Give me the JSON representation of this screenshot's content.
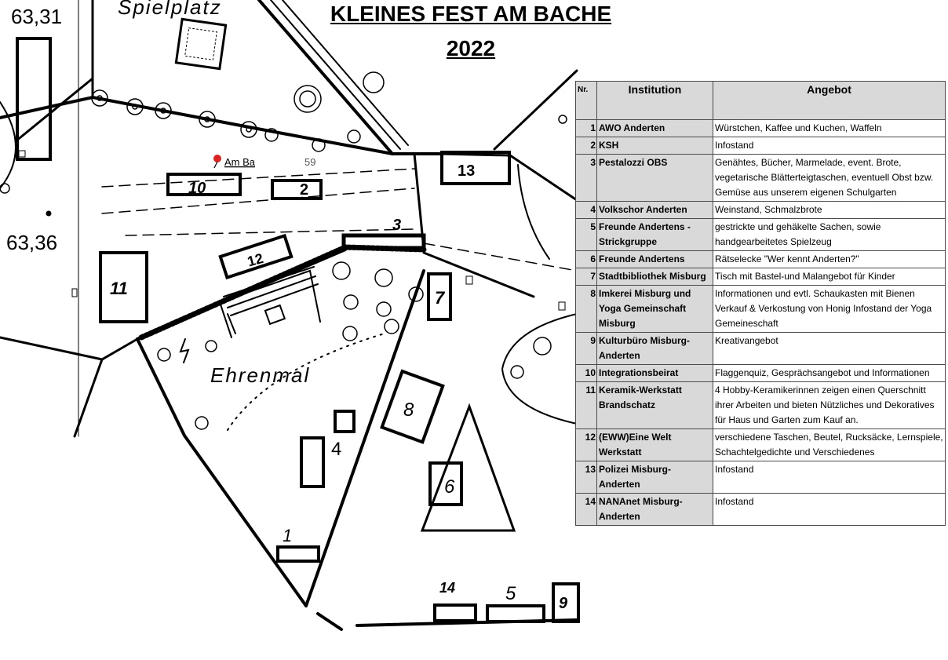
{
  "title": {
    "line1": "KLEINES FEST AM BACHE",
    "line2": "2022"
  },
  "map_labels": {
    "spielplatz": "Spielplatz",
    "ehrenmal": "Ehrenmal",
    "height_1": "63,31",
    "height_2": "63,36",
    "pin_label": "Am Ba",
    "pin_number": "59"
  },
  "stand_numbers": [
    "1",
    "2",
    "3",
    "4",
    "5",
    "6",
    "7",
    "8",
    "9",
    "10",
    "11",
    "12",
    "13",
    "14"
  ],
  "table": {
    "headers": {
      "nr": "Nr.",
      "institution": "Institution",
      "angebot": "Angebot"
    },
    "rows": [
      {
        "nr": "1",
        "institution": "AWO Anderten",
        "angebot": "Würstchen, Kaffee und Kuchen, Waffeln"
      },
      {
        "nr": "2",
        "institution": "KSH",
        "angebot": "Infostand"
      },
      {
        "nr": "3",
        "institution": "Pestalozzi OBS",
        "angebot": "Genähtes, Bücher, Marmelade, event. Brote, vegetarische Blätterteigtaschen, eventuell Obst bzw. Gemüse aus unserem eigenen Schulgarten"
      },
      {
        "nr": "4",
        "institution": "Volkschor Anderten",
        "angebot": "Weinstand, Schmalzbrote"
      },
      {
        "nr": "5",
        "institution": "Freunde Andertens - Strickgruppe",
        "angebot": "gestrickte und gehäkelte Sachen, sowie handgearbeitetes Spielzeug"
      },
      {
        "nr": "6",
        "institution": "Freunde Andertens",
        "angebot": "Rätselecke \"Wer kennt Anderten?\""
      },
      {
        "nr": "7",
        "institution": "Stadtbibliothek Misburg",
        "angebot": "Tisch mit Bastel-und Malangebot für Kinder"
      },
      {
        "nr": "8",
        "institution": "Imkerei Misburg und Yoga Gemeinschaft Misburg",
        "angebot": "Informationen und evtl. Schaukasten mit Bienen Verkauf & Verkostung von Honig Infostand der Yoga Gemeineschaft"
      },
      {
        "nr": "9",
        "institution": "Kulturbüro Misburg-Anderten",
        "angebot": "Kreativangebot"
      },
      {
        "nr": "10",
        "institution": "Integrationsbeirat",
        "angebot": "Flaggenquiz, Gesprächsangebot und Informationen"
      },
      {
        "nr": "11",
        "institution": "Keramik-Werkstatt Brandschatz",
        "angebot": "4 Hobby-Keramikerinnen zeigen einen Querschnitt ihrer Arbeiten und bieten Nützliches und Dekoratives für Haus und Garten zum Kauf an."
      },
      {
        "nr": "12",
        "institution": "(EWW)Eine Welt Werkstatt",
        "angebot": "verschiedene Taschen, Beutel, Rucksäcke, Lernspiele, Schachtelgedichte und Verschiedenes"
      },
      {
        "nr": "13",
        "institution": "Polizei Misburg-Anderten",
        "angebot": "Infostand"
      },
      {
        "nr": "14",
        "institution": "NANAnet Misburg-Anderten",
        "angebot": "Infostand"
      }
    ]
  }
}
